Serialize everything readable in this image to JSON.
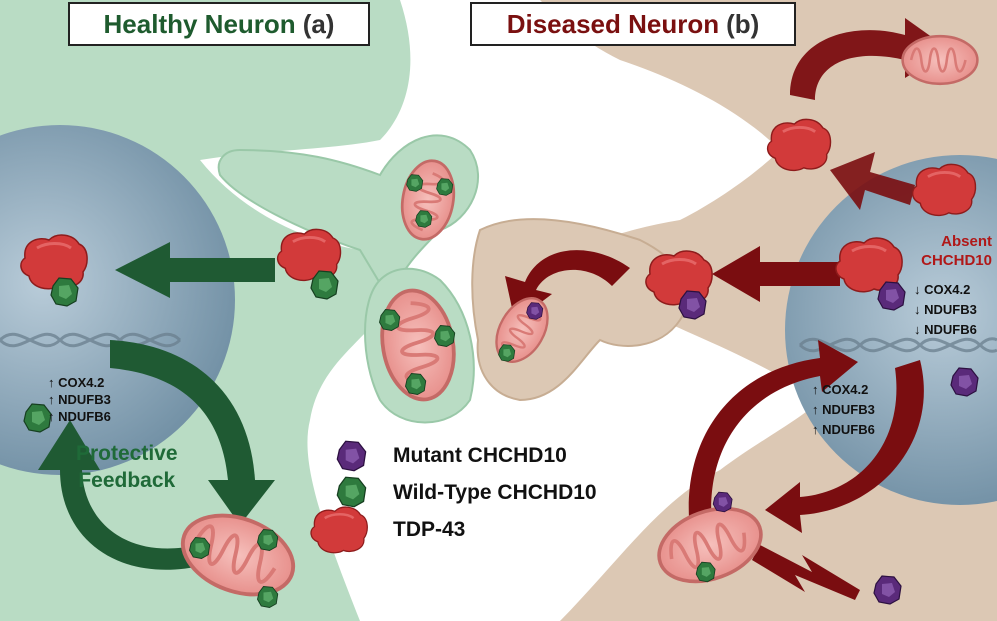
{
  "panels": {
    "healthy": {
      "title": "Healthy Neuron",
      "letter": "(a)",
      "title_color": "#1e5b2e",
      "genes": [
        "↑ COX4.2",
        "↑ NDUFB3",
        "↑ NDUFB6"
      ],
      "feedback_line1": "Protective",
      "feedback_line2": "Feedback"
    },
    "diseased": {
      "title": "Diseased Neuron",
      "letter": "(b)",
      "title_color": "#7a1010",
      "absent_line1": "Absent",
      "absent_line2": "CHCHD10",
      "genes_down": [
        "↓ COX4.2",
        "↓ NDUFB3",
        "↓ NDUFB6"
      ],
      "genes_up": [
        "↑ COX4.2",
        "↑ NDUFB3",
        "↑ NDUFB6"
      ]
    }
  },
  "legend": [
    {
      "label": "Mutant CHCHD10",
      "icon": "mutant-chchd10-icon"
    },
    {
      "label": "Wild-Type CHCHD10",
      "icon": "wild-type-chchd10-icon"
    },
    {
      "label": "TDP-43",
      "icon": "tdp43-icon"
    }
  ],
  "colors": {
    "healthy_cell": "#b9dcc4",
    "diseased_cell": "#dcc8b4",
    "nucleus": "#8ea8bc",
    "green_arrow": "#1f5a33",
    "red_arrow": "#7a0d10",
    "tdp43": "#d23a3a",
    "wild_type": "#2e7a3e",
    "mutant": "#5a2a7a",
    "mitochondrion": "#ef9f9f",
    "absent_text": "#b01818"
  }
}
